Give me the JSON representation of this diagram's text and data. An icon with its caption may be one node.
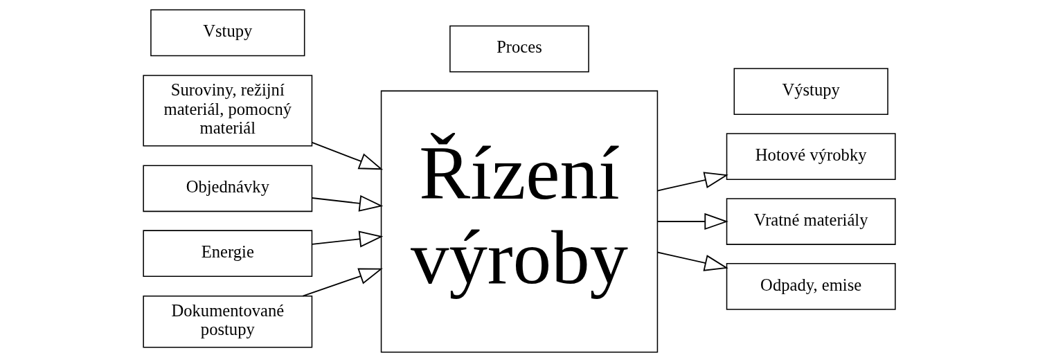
{
  "diagram": {
    "nodes": [
      {
        "text": [
          "Vstupy"
        ]
      },
      {
        "text": [
          "Proces"
        ]
      },
      {
        "text": [
          "Výstupy"
        ]
      },
      {
        "text": [
          "Suroviny, režijní materiál, pomocný materiál"
        ]
      },
      {
        "text": [
          "Objednávky"
        ]
      },
      {
        "text": [
          "Energie"
        ]
      },
      {
        "text": [
          "Dokumentované postupy"
        ]
      },
      {
        "text": [
          "Řízení výroby"
        ]
      },
      {
        "text": [
          "Hotové výrobky"
        ]
      },
      {
        "text": [
          "Vratné materiály"
        ]
      },
      {
        "text": [
          "Odpady, emise"
        ]
      }
    ],
    "edges": [
      {
        "from": 3,
        "to": 7,
        "arrow": "to"
      },
      {
        "from": 4,
        "to": 7,
        "arrow": "to"
      },
      {
        "from": 5,
        "to": 7,
        "arrow": "to"
      },
      {
        "from": 6,
        "to": 7,
        "arrow": "to"
      },
      {
        "from": 7,
        "to": 8,
        "arrow": "to"
      },
      {
        "from": 7,
        "to": 9,
        "arrow": "to"
      },
      {
        "from": 7,
        "to": 10,
        "arrow": "to"
      }
    ]
  }
}
